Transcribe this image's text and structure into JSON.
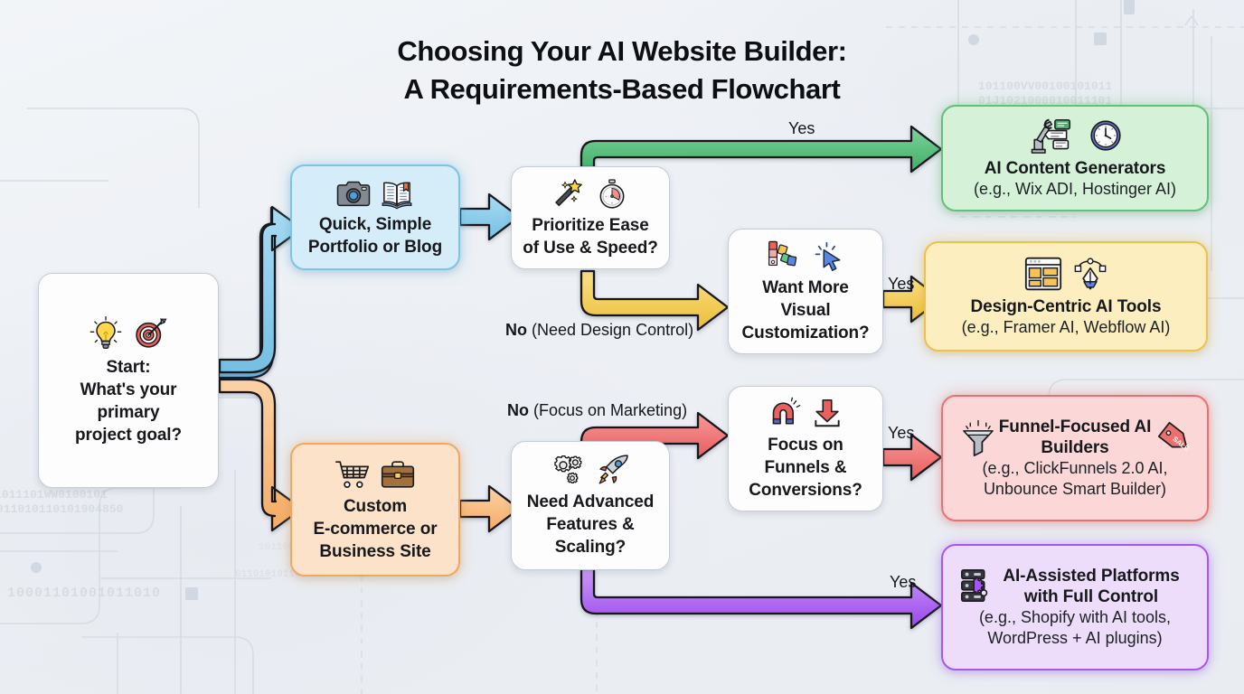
{
  "title": {
    "line1": "Choosing Your AI Website Builder:",
    "line2": "A Requirements-Based Flowchart"
  },
  "nodes": {
    "start": {
      "id": "start",
      "kind": "decision",
      "line1": "Start:",
      "line2": "What's your",
      "line3": "primary",
      "line4": "project goal?",
      "icons": [
        "lightbulb-icon",
        "target-dart-icon"
      ]
    },
    "portfolio": {
      "id": "portfolio",
      "kind": "category",
      "color": "#7ec2e4",
      "line1": "Quick, Simple",
      "line2": "Portfolio or Blog",
      "icons": [
        "camera-icon",
        "open-book-icon"
      ]
    },
    "ecommerce": {
      "id": "ecommerce",
      "kind": "category",
      "color": "#f0a860",
      "line1": "Custom",
      "line2": "E-commerce or",
      "line3": "Business Site",
      "icons": [
        "shopping-cart-icon",
        "briefcase-icon"
      ]
    },
    "ease": {
      "id": "ease",
      "kind": "decision",
      "line1": "Prioritize Ease",
      "line2": "of Use & Speed?",
      "icons": [
        "magic-wand-icon",
        "stopwatch-icon"
      ]
    },
    "visual": {
      "id": "visual",
      "kind": "decision",
      "line1": "Want More",
      "line2": "Visual",
      "line3": "Customization?",
      "icons": [
        "color-swatches-icon",
        "cursor-click-icon"
      ]
    },
    "advanced": {
      "id": "advanced",
      "kind": "decision",
      "line1": "Need Advanced",
      "line2": "Features &",
      "line3": "Scaling?",
      "icons": [
        "gears-icon",
        "rocket-icon"
      ]
    },
    "funnels": {
      "id": "funnels",
      "kind": "decision",
      "line1": "Focus on",
      "line2": "Funnels &",
      "line3": "Conversions?",
      "icons": [
        "magnet-icon",
        "download-arrow-icon"
      ]
    },
    "content_generators": {
      "id": "content-generators",
      "kind": "outcome",
      "color": "#63c077",
      "title": "AI Content Generators",
      "sub": "(e.g., Wix ADI, Hostinger AI)",
      "icons": [
        "robot-arm-icon",
        "clock-icon"
      ]
    },
    "design_centric": {
      "id": "design-centric",
      "kind": "outcome",
      "color": "#edc14a",
      "title": "Design-Centric AI Tools",
      "sub": "(e.g., Framer AI, Webflow AI)",
      "icons": [
        "wireframe-layout-icon",
        "pen-tool-icon"
      ]
    },
    "funnel_builders": {
      "id": "funnel-builders",
      "kind": "outcome",
      "color": "#ef6f6f",
      "title_line1": "Funnel-Focused AI",
      "title_line2": "Builders",
      "sub_line1": "(e.g., ClickFunnels 2.0 AI,",
      "sub_line2": "Unbounce Smart Builder)",
      "icons": [
        "funnel-icon",
        "sale-tag-icon"
      ]
    },
    "ai_assisted": {
      "id": "ai-assisted",
      "kind": "outcome",
      "color": "#a855f7",
      "title_line1": "AI-Assisted Platforms",
      "title_line2": "with Full Control",
      "sub_line1": "(e.g., Shopify with AI tools,",
      "sub_line2": "WordPress + AI plugins)",
      "icons": [
        "server-gear-icon"
      ]
    }
  },
  "edges": {
    "ease_yes": {
      "label": "Yes",
      "color": "#4caf72"
    },
    "ease_no": {
      "bold": "No",
      "rest": "(Need Design Control)",
      "color": "#e8c33f"
    },
    "visual_yes": {
      "label": "Yes",
      "color": "#f0c84a"
    },
    "advanced_no": {
      "bold": "No",
      "rest": "(Focus on Marketing)",
      "color": "#ef6a6a"
    },
    "funnels_yes": {
      "label": "Yes",
      "color": "#ef6a6a"
    },
    "advanced_yes": {
      "label": "Yes",
      "color": "#a855f7"
    }
  },
  "background": {
    "binary_strings": [
      "101100VV00100101011",
      "01J1021000010011101",
      "1011101WW0100101",
      "011010110101904850",
      "10001101001011010",
      "0110101011001"
    ]
  }
}
